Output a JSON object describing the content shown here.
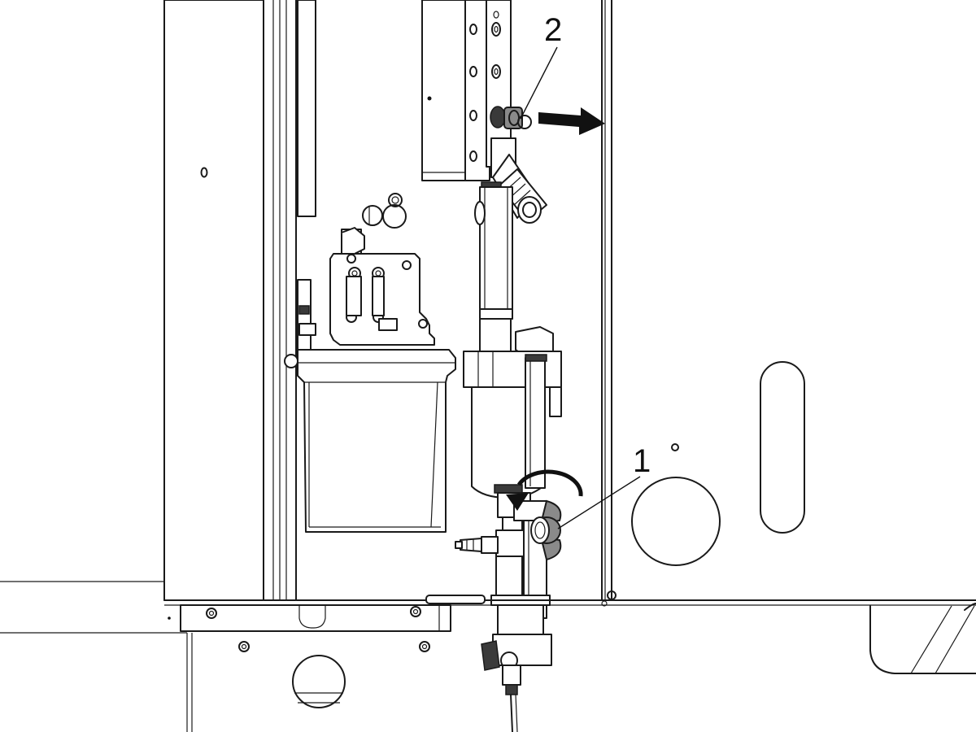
{
  "callouts": [
    {
      "number": "1",
      "part": "drain-valve-handle"
    },
    {
      "number": "2",
      "part": "quick-coupling-pin"
    }
  ],
  "colors": {
    "line": "#1a1a1a",
    "accent_gray": "#8a8a8a",
    "background": "#ffffff"
  },
  "icons": [
    "rotate-counterclockwise-arrow-icon",
    "direction-arrow-right-icon"
  ]
}
